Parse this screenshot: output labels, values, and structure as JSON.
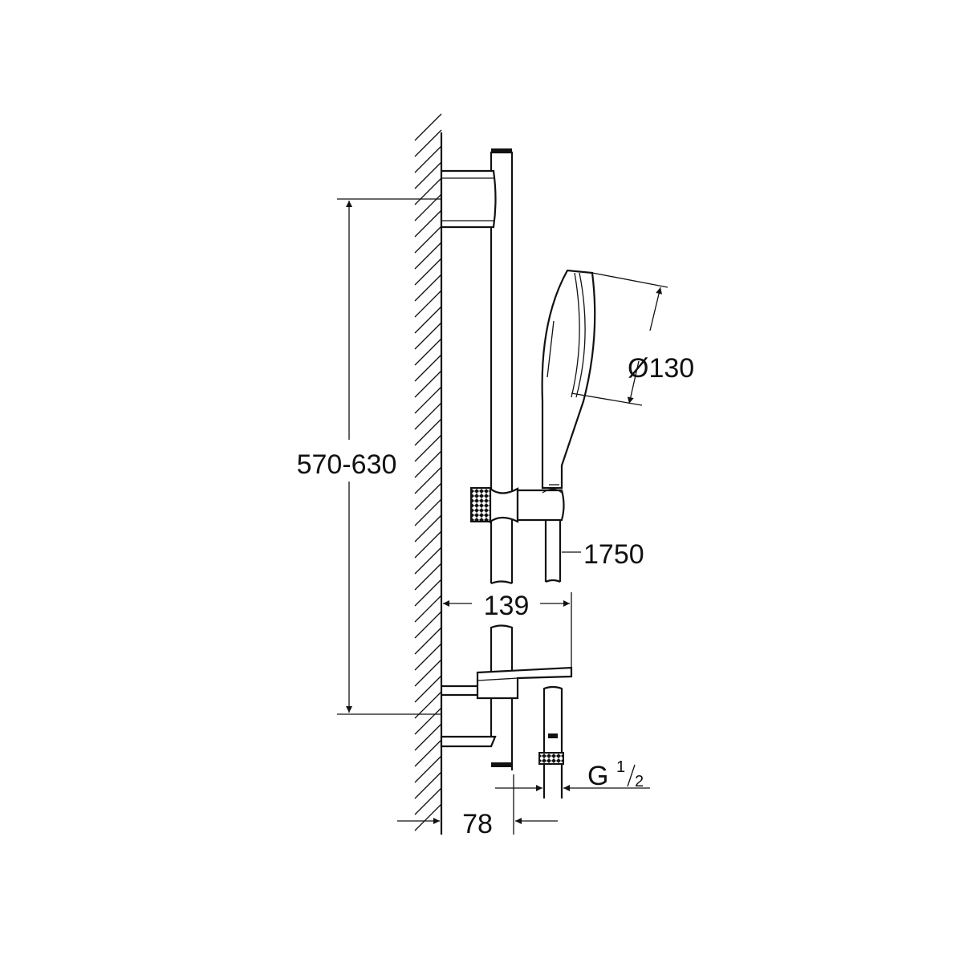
{
  "dimensions": {
    "rail_spacing": "570-630",
    "head_diameter": "Ø130",
    "hose_length": "1750",
    "projection_shelf": "139",
    "projection_rail": "78",
    "thread_prefix": "G",
    "thread_num": "1",
    "thread_den": "2"
  },
  "colors": {
    "line": "#111111",
    "background": "#ffffff"
  }
}
